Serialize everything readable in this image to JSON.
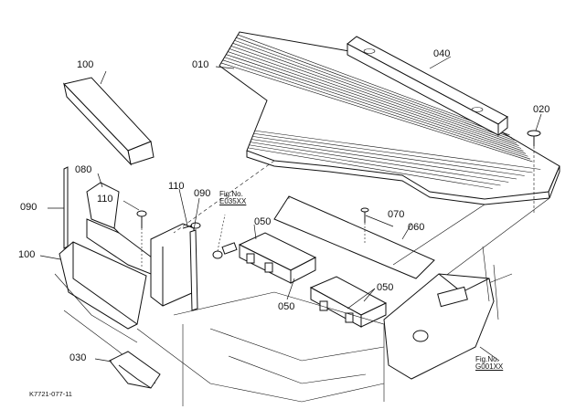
{
  "labels": {
    "p010": "010",
    "p020": "020",
    "p030": "030",
    "p040": "040",
    "p050a": "050",
    "p050b": "050",
    "p050c": "050",
    "p060": "060",
    "p070": "070",
    "p080": "080",
    "p090a": "090",
    "p090b": "090",
    "p100a": "100",
    "p100b": "100",
    "p110a": "110",
    "p110b": "110"
  },
  "refs": {
    "e035": {
      "caption": "Fig.No.",
      "number": "E035XX"
    },
    "g001": {
      "caption": "Fig.No.",
      "number": "G001XX"
    }
  },
  "drawing_number": "K7721-077-11"
}
